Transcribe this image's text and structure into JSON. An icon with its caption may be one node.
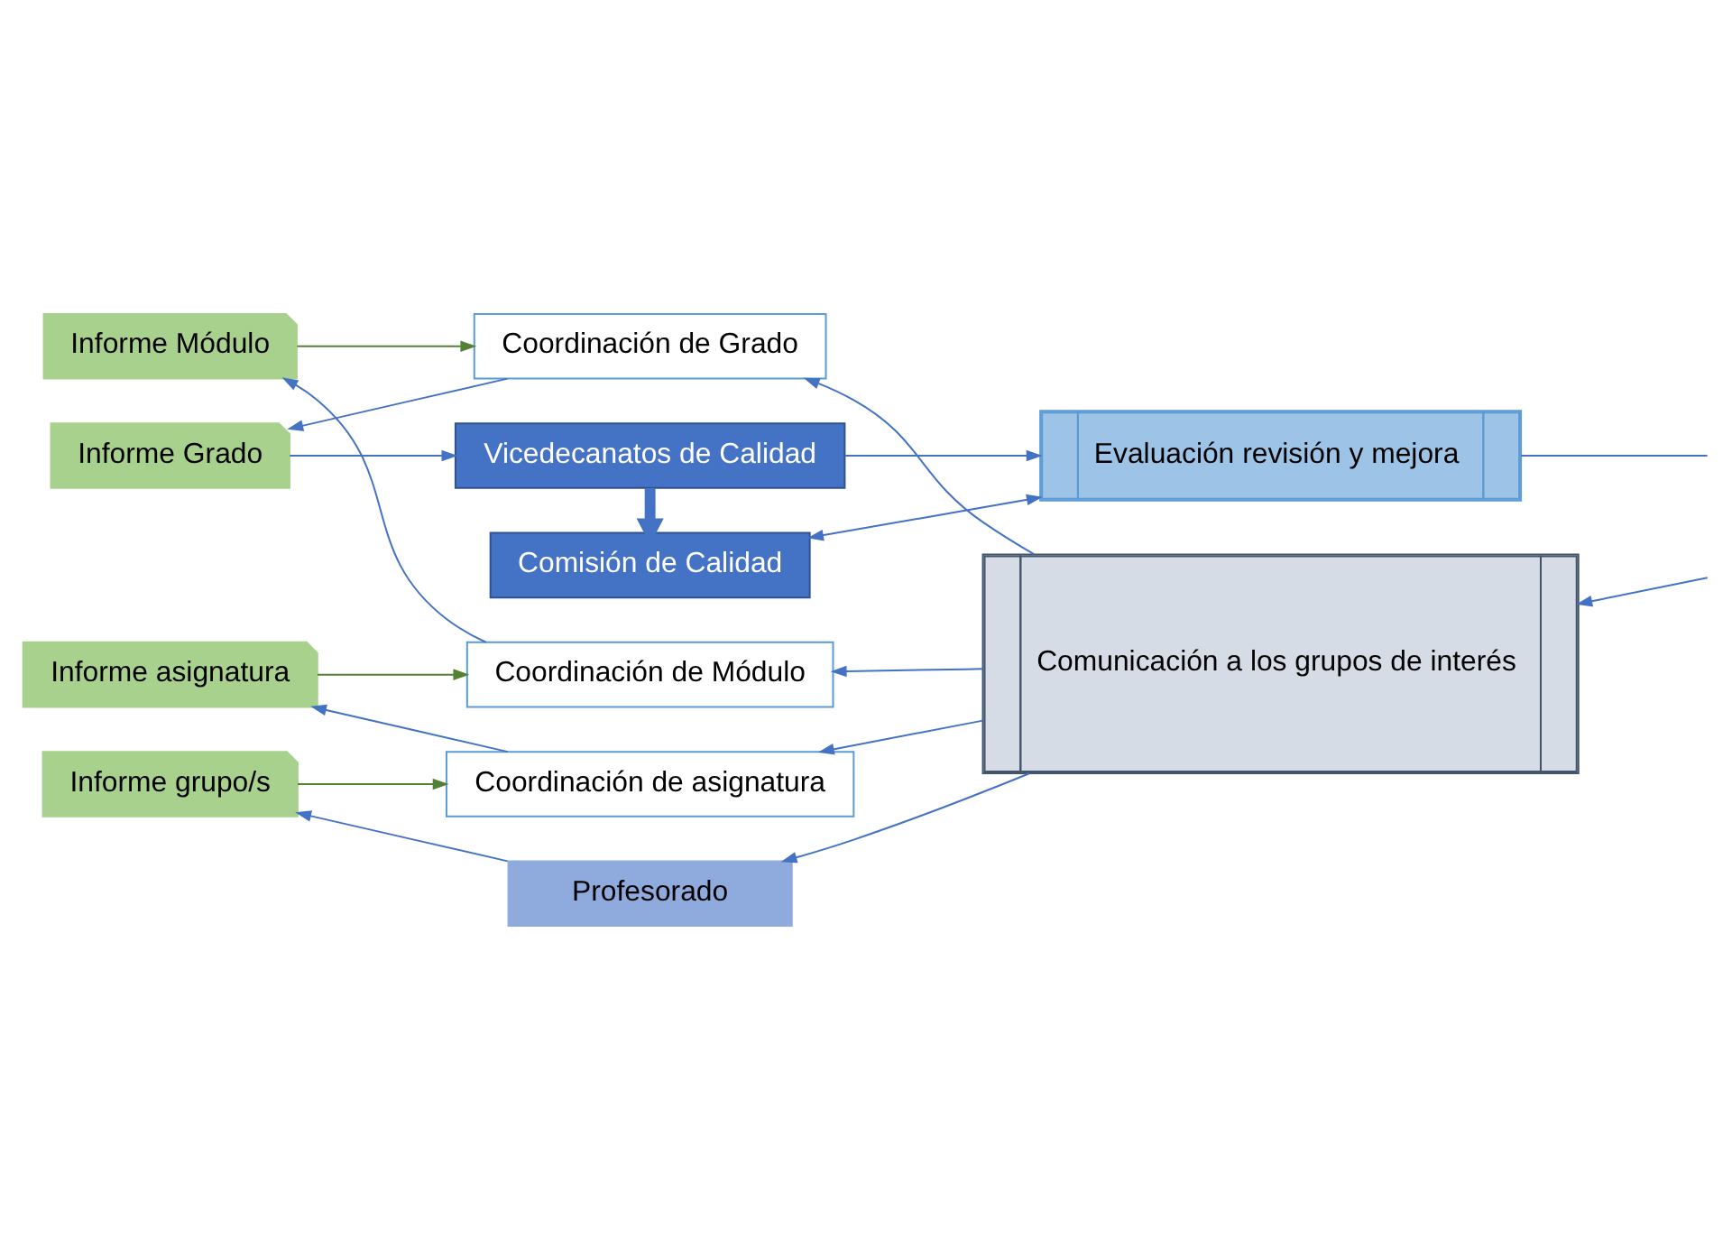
{
  "diagram": {
    "nodes": [
      {
        "text": [
          "Comisión de Calidad"
        ]
      },
      {
        "text": [
          "Vicedecanatos de Calidad"
        ]
      },
      {
        "text": [
          "Evaluación revisión y mejora"
        ]
      },
      {
        "text": [
          "Informe Grado"
        ]
      },
      {
        "text": [
          "Coordinación de Grado"
        ]
      },
      {
        "text": [
          "Comunicación a los grupos de interés"
        ]
      },
      {
        "text": [
          "Informe Módulo"
        ]
      },
      {
        "text": [
          "Coordinación de Módulo"
        ]
      },
      {
        "text": [
          "Informe asignatura"
        ]
      },
      {
        "text": [
          "Coordinación de asignatura"
        ]
      },
      {
        "text": [
          "Informe grupo/s"
        ]
      },
      {
        "text": [
          "Profesorado"
        ]
      }
    ],
    "edges": [
      {
        "from": 1,
        "to": 0,
        "arrow": "to",
        "style": "thick"
      },
      {
        "from": 2,
        "to": 0,
        "arrow": "both"
      },
      {
        "from": 1,
        "to": 2,
        "arrow": "to"
      },
      {
        "from": 2,
        "to": null,
        "arrow": "none"
      },
      {
        "from": null,
        "to": 5,
        "arrow": "to"
      },
      {
        "from": 3,
        "to": 1,
        "arrow": "to"
      },
      {
        "from": 4,
        "to": 3,
        "arrow": "to"
      },
      {
        "from": 7,
        "to": 6,
        "arrow": "to"
      },
      {
        "from": 9,
        "to": 8,
        "arrow": "to"
      },
      {
        "from": 11,
        "to": 10,
        "arrow": "to"
      },
      {
        "from": 6,
        "to": 4,
        "arrow": "to",
        "color": "#548235"
      },
      {
        "from": 8,
        "to": 7,
        "arrow": "to",
        "color": "#548235"
      },
      {
        "from": 10,
        "to": 9,
        "arrow": "to",
        "color": "#548235"
      },
      {
        "from": 5,
        "to": 4,
        "arrow": "to"
      },
      {
        "from": 5,
        "to": 7,
        "arrow": "to"
      },
      {
        "from": 5,
        "to": 9,
        "arrow": "to"
      },
      {
        "from": 5,
        "to": 11,
        "arrow": "to"
      }
    ]
  }
}
